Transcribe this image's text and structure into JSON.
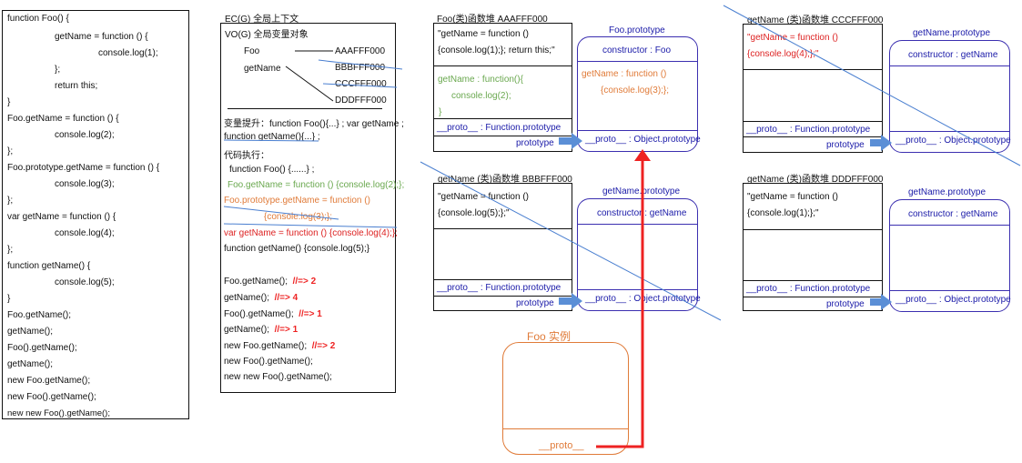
{
  "code": {
    "lines": [
      "function Foo() {",
      "getName = function () {",
      "console.log(1);",
      "};",
      "return this;",
      "}",
      "Foo.getName = function () {",
      "console.log(2);",
      "};",
      "Foo.prototype.getName = function () {",
      "console.log(3);",
      "};",
      "var getName = function () {",
      "console.log(4);",
      "};",
      "function getName() {",
      "console.log(5);",
      "}",
      "Foo.getName();",
      "getName();",
      "Foo().getName();",
      "getName();",
      "new Foo.getName();",
      "new Foo().getName();",
      "new new Foo().getName();"
    ]
  },
  "ec": {
    "title": "EC(G)  全局上下文",
    "vo_title": "VO(G)  全局变量对象",
    "vars": {
      "foo": "Foo",
      "getName": "getName"
    },
    "addresses": [
      "AAAFFF000",
      "BBBFFF000",
      "CCCFFF000",
      "DDDFFF000"
    ],
    "hoist_1": "变量提升：function Foo(){...} ; var getName ;",
    "hoist_2": "function getName(){...} ;",
    "exec_title": "代码执行：",
    "exec_lines": {
      "l1": "function Foo() {......} ;",
      "l2": "Foo.getName = function () {console.log(2);};",
      "l3": "Foo.prototype.getName = function ()",
      "l4": "{console.log(3);};",
      "l5": "var getName = function () {console.log(4);};",
      "l6": "function getName() {console.log(5);}"
    },
    "calls": [
      {
        "code": "Foo.getName();",
        "result": "//=> 2"
      },
      {
        "code": "getName();",
        "result": "//=> 4"
      },
      {
        "code": "Foo().getName();",
        "result": "//=> 1"
      },
      {
        "code": "getName();",
        "result": "//=> 1"
      },
      {
        "code": "new Foo.getName();",
        "result": "//=> 2"
      },
      {
        "code": "new Foo().getName();",
        "result": ""
      },
      {
        "code": "new new Foo().getName();",
        "result": ""
      }
    ]
  },
  "heaps": {
    "foo": {
      "title": "Foo(类)函数堆      AAAFFF000",
      "code_1": "\"getName = function ()",
      "code_2": "{console.log(1);};    return this;\"",
      "prop_1": "getName : function(){",
      "prop_2": "console.log(2);",
      "prop_3": "}",
      "proto": "__proto__ : Function.prototype",
      "prototype": "prototype"
    },
    "foo_prototype": {
      "title": "Foo.prototype",
      "constructor": "constructor : Foo",
      "m1": "getName : function ()",
      "m2": "{console.log(3);};",
      "proto": "__proto__ : Object.prototype"
    },
    "bbb": {
      "title": "getName (类)函数堆    BBBFFF000",
      "code_1": "\"getName = function ()",
      "code_2": "{console.log(5);};\"",
      "proto": "__proto__ : Function.prototype",
      "prototype": "prototype",
      "proto_title": "getName.prototype",
      "constructor": "constructor : getName",
      "proto_proto": "__proto__ : Object.prototype"
    },
    "ccc": {
      "title": "getName (类)函数堆    CCCFFF000",
      "code_1": "\"getName = function ()",
      "code_2": "{console.log(4);};\"",
      "proto": "__proto__ : Function.prototype",
      "prototype": "prototype",
      "proto_title": "getName.prototype",
      "constructor": "constructor : getName",
      "proto_proto": "__proto__ : Object.prototype"
    },
    "ddd": {
      "title": "getName (类)函数堆    DDDFFF000",
      "code_1": "\"getName = function ()",
      "code_2": "{console.log(1);};\"",
      "proto": "__proto__ : Function.prototype",
      "prototype": "prototype",
      "proto_title": "getName.prototype",
      "constructor": "constructor : getName",
      "proto_proto": "__proto__ : Object.prototype"
    }
  },
  "instance": {
    "title": "Foo  实例",
    "proto": "__proto__"
  },
  "colors": {
    "blue_line": "#4a7fd0",
    "purple": "#3b2fb0",
    "orange": "#e07b39",
    "red": "#ee2222",
    "green": "#6aa84f",
    "arrow_fill": "#5b8fd6"
  }
}
